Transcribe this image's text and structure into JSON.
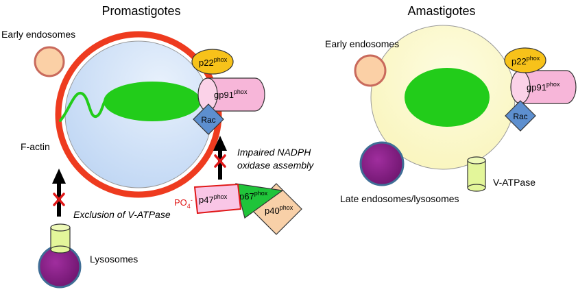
{
  "promastigotes": {
    "title": "Promastigotes",
    "early_endosomes": "Early endosomes",
    "f_actin": "F-actin",
    "lysosomes": "Lysosomes",
    "exclusion_label": "Exclusion of V-ATPase",
    "impaired_line1": "Impaired NADPH",
    "impaired_line2": "oxidase assembly",
    "po4": "PO",
    "po4_sub": "4",
    "po4_sup": "-",
    "p22": "p22",
    "gp91": "gp91",
    "rac": "Rac",
    "p47": "p47",
    "p67": "p67",
    "p40": "p40",
    "phox": "phox"
  },
  "amastigotes": {
    "title": "Amastigotes",
    "early_endosomes": "Early endosomes",
    "late_endosomes": "Late endosomes/lysosomes",
    "v_atpase": "V-ATPase",
    "p22": "p22",
    "gp91": "gp91",
    "rac": "Rac",
    "phox": "phox"
  },
  "colors": {
    "membrane_red": "#ee3b1f",
    "parasite_blue": "#c6dcf6",
    "nucleus_green": "#22cc1a",
    "amastigote_yellow": "#fbf8c2",
    "endosome_peach": "#fbd0a6",
    "lysosome_purple": "#8b1f8a",
    "vatpase_green": "#e3f69a",
    "p22_yellow": "#f7c21a",
    "gp91_pink": "#f7b6d9",
    "rac_blue": "#5d8fcf",
    "p47_pink": "#f9c6e6",
    "p67_green": "#20c43a",
    "p40_peach": "#f8d0a8",
    "block_red": "#e01818"
  }
}
